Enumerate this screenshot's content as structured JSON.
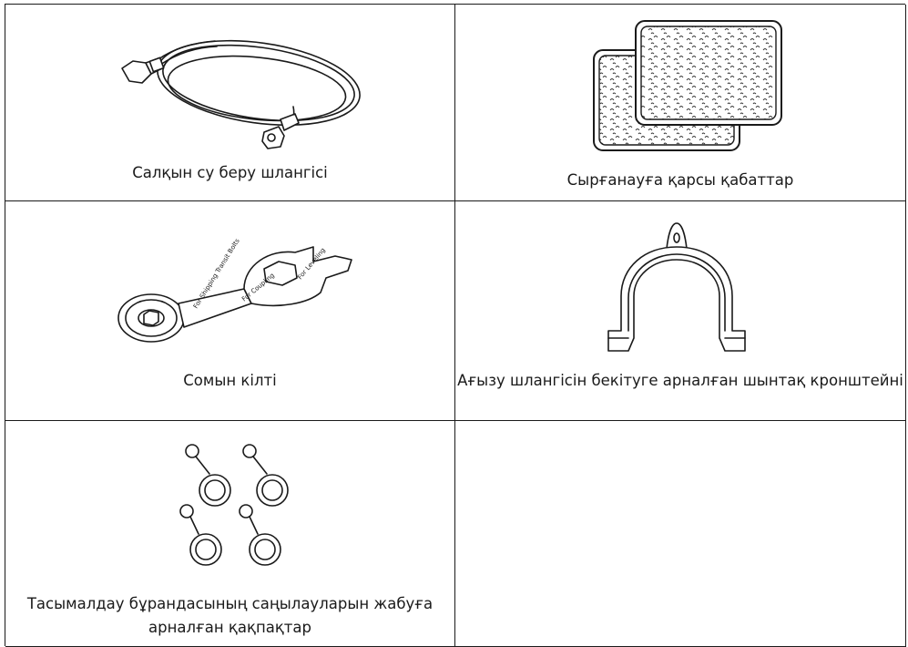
{
  "items": [
    {
      "label": "Салқын су беру шлангісі"
    },
    {
      "label": "Сырғанауға қарсы қабаттар"
    },
    {
      "label": "Сомын кілті"
    },
    {
      "label": "Ағызу шлангісін бекітуге арналған шынтақ кронштейні"
    },
    {
      "label": "Тасымалдау бұрандасының саңылауларын жабуға арналған қақпақтар"
    }
  ],
  "wrench_text": {
    "hole1": "For Shipping Transit Bolts",
    "coupling": "For Coupling",
    "leveling": "For Leveling"
  },
  "icons": [
    "water-hose",
    "anti-slip-pads",
    "spanner-wrench",
    "elbow-bracket",
    "transit-bolt-caps"
  ]
}
